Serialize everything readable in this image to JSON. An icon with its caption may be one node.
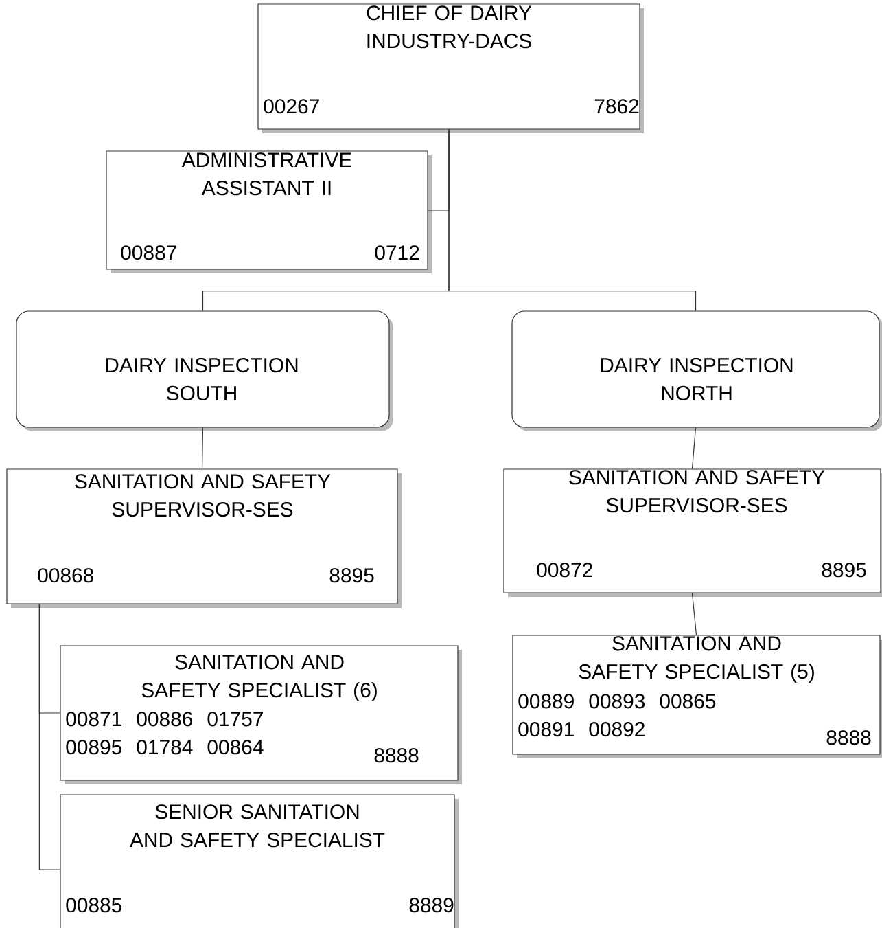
{
  "diagram": {
    "nodes": [
      {
        "text": [
          "CHIEF OF DAIRY INDUSTRY-DACS",
          "00267",
          "7862"
        ]
      },
      {
        "text": [
          "ADMINISTRATIVE ASSISTANT II",
          "00887",
          "0712"
        ]
      },
      {
        "text": [
          "DAIRY INSPECTION SOUTH"
        ]
      },
      {
        "text": [
          "DAIRY INSPECTION NORTH"
        ]
      },
      {
        "text": [
          "SANITATION AND SAFETY SUPERVISOR-SES",
          "00868",
          "8895"
        ]
      },
      {
        "text": [
          "SANITATION AND SAFETY SPECIALIST (6)",
          "00871 00886 01757 00895 01784 00864",
          "8888"
        ]
      },
      {
        "text": [
          "SENIOR SANITATION AND SAFETY SPECIALIST",
          "00885",
          "8889"
        ]
      },
      {
        "text": [
          "SANITATION AND SAFETY SUPERVISOR-SES",
          "00872",
          "8895"
        ]
      },
      {
        "text": [
          "SANITATION AND SAFETY SPECIALIST (5)",
          "00889 00893 00865 00891 00892",
          "8888"
        ]
      }
    ],
    "edges": [
      {
        "from": 0,
        "to": 1,
        "arrow": "none"
      },
      {
        "from": 0,
        "to": 2,
        "arrow": "none"
      },
      {
        "from": 0,
        "to": 3,
        "arrow": "none"
      },
      {
        "from": 2,
        "to": 4,
        "arrow": "none"
      },
      {
        "from": 4,
        "to": 5,
        "arrow": "none"
      },
      {
        "from": 4,
        "to": 6,
        "arrow": "none"
      },
      {
        "from": 3,
        "to": 7,
        "arrow": "none"
      },
      {
        "from": 7,
        "to": 8,
        "arrow": "none"
      }
    ]
  }
}
